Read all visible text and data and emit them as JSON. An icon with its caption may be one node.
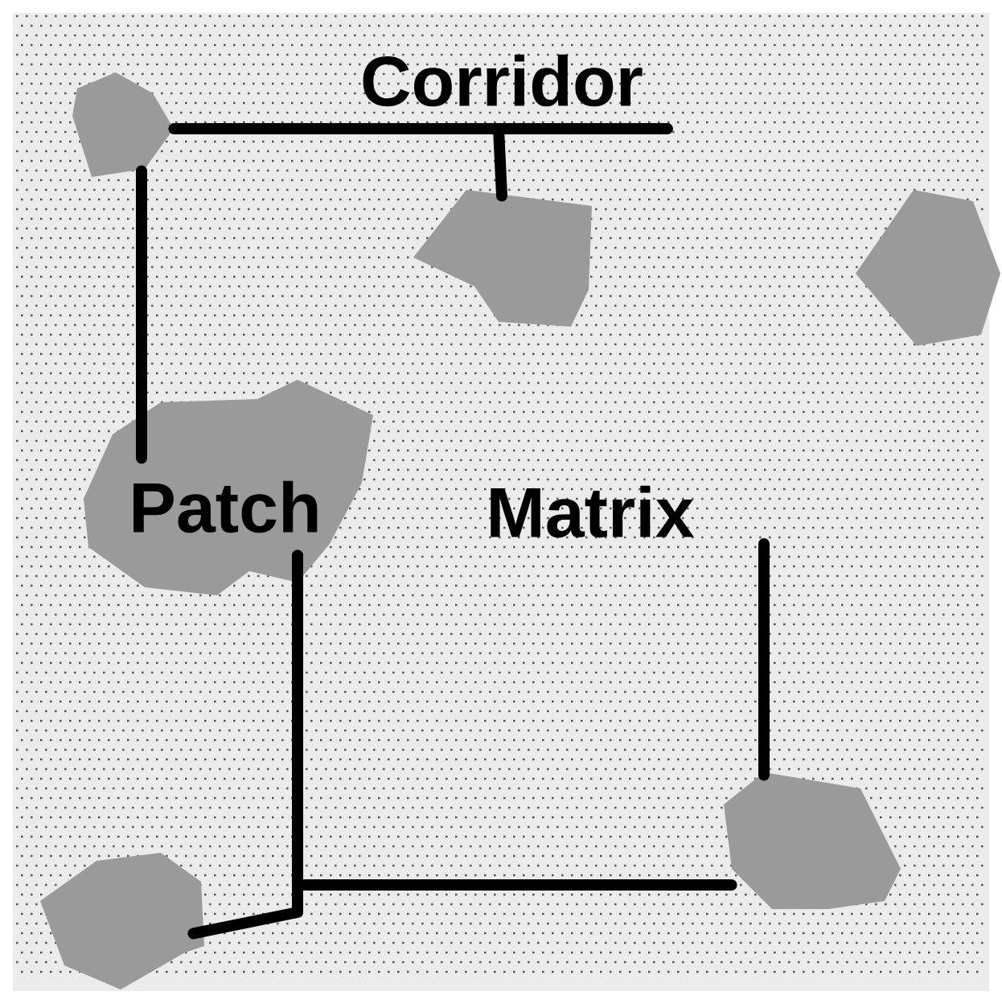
{
  "diagram": {
    "nodes": [
      {
        "text": [],
        "shape": "polygon"
      },
      {
        "text": [],
        "shape": "polygon"
      },
      {
        "text": [],
        "shape": "polygon"
      },
      {
        "text": [
          "Patch"
        ]
      },
      {
        "text": [],
        "shape": "polygon"
      },
      {
        "text": [],
        "shape": "polygon"
      }
    ],
    "edges": [
      {
        "from": 0,
        "to": 1,
        "arrow": "none"
      },
      {
        "from": 0,
        "to": 3,
        "arrow": "none"
      },
      {
        "from": 3,
        "to": 4,
        "arrow": "none"
      },
      {
        "from": 3,
        "to": 5,
        "arrow": "none"
      },
      {
        "from": null,
        "to": 4,
        "arrow": "none"
      }
    ],
    "labels": [
      "Corridor",
      "Matrix"
    ]
  }
}
